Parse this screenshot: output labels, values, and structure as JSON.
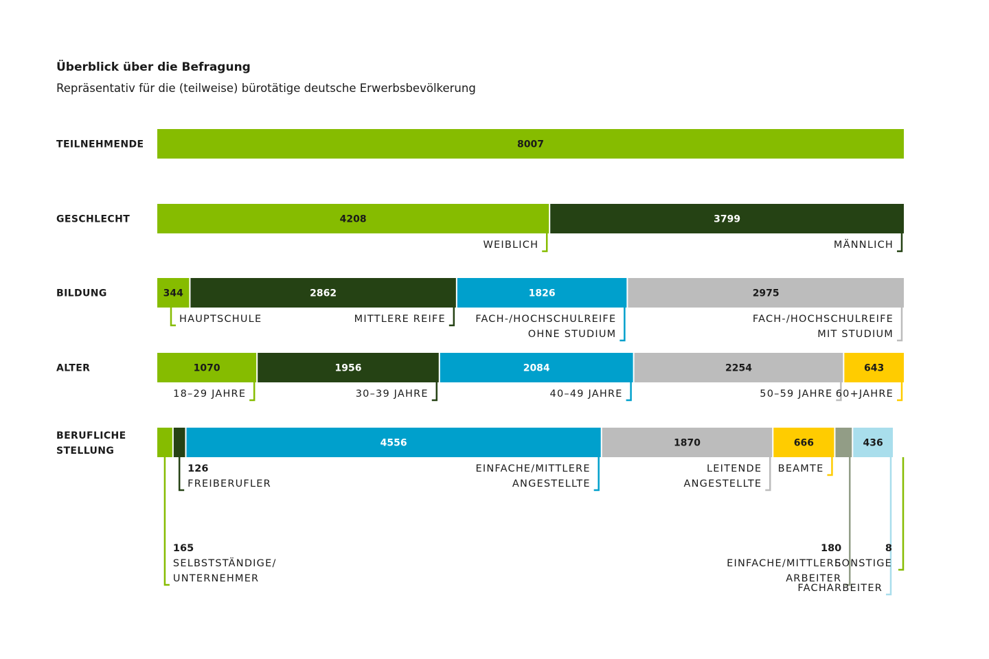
{
  "header": {
    "title": "Überblick über die Befragung",
    "subtitle": "Repräsentativ für die (teilweise) bürotätige deutsche Erwerbsbevölkerung"
  },
  "colors": {
    "light_green": "#86bc00",
    "dark_green": "#254214",
    "blue": "#00a0cc",
    "gray": "#bcbcbc",
    "yellow": "#ffcc00",
    "gray_green": "#929d86",
    "light_blue": "#a9deec"
  },
  "chart_data": {
    "type": "stacked-bar",
    "orientation": "horizontal",
    "title": "Überblick über die Befragung",
    "subtitle": "Repräsentativ für die (teilweise) bürotätige deutsche Erwerbsbevölkerung",
    "total": 8007,
    "rows": [
      {
        "label": [
          "TEILNEHMENDE"
        ],
        "segments": [
          {
            "value": 8007,
            "value_label": "8007",
            "color": "#86bc00",
            "text_color": "#1a1a1a",
            "category": []
          }
        ]
      },
      {
        "label": [
          "GESCHLECHT"
        ],
        "segments": [
          {
            "value": 4208,
            "value_label": "4208",
            "color": "#86bc00",
            "text_color": "#1a1a1a",
            "category": [
              "WEIBLICH"
            ]
          },
          {
            "value": 3799,
            "value_label": "3799",
            "color": "#254214",
            "text_color": "#ffffff",
            "category": [
              "MÄNNLICH"
            ]
          }
        ]
      },
      {
        "label": [
          "BILDUNG"
        ],
        "segments": [
          {
            "value": 344,
            "value_label": "344",
            "color": "#86bc00",
            "text_color": "#1a1a1a",
            "category": [
              "HAUPTSCHULE"
            ]
          },
          {
            "value": 2862,
            "value_label": "2862",
            "color": "#254214",
            "text_color": "#ffffff",
            "category": [
              "MITTLERE REIFE"
            ]
          },
          {
            "value": 1826,
            "value_label": "1826",
            "color": "#00a0cc",
            "text_color": "#ffffff",
            "category": [
              "FACH-/HOCHSCHULREIFE",
              "OHNE STUDIUM"
            ]
          },
          {
            "value": 2975,
            "value_label": "2975",
            "color": "#bcbcbc",
            "text_color": "#1a1a1a",
            "category": [
              "FACH-/HOCHSCHULREIFE",
              "MIT STUDIUM"
            ]
          }
        ]
      },
      {
        "label": [
          "ALTER"
        ],
        "segments": [
          {
            "value": 1070,
            "value_label": "1070",
            "color": "#86bc00",
            "text_color": "#1a1a1a",
            "category": [
              "18–29 JAHRE"
            ]
          },
          {
            "value": 1956,
            "value_label": "1956",
            "color": "#254214",
            "text_color": "#ffffff",
            "category": [
              "30–39 JAHRE"
            ]
          },
          {
            "value": 2084,
            "value_label": "2084",
            "color": "#00a0cc",
            "text_color": "#ffffff",
            "category": [
              "40–49 JAHRE"
            ]
          },
          {
            "value": 2254,
            "value_label": "2254",
            "color": "#bcbcbc",
            "text_color": "#1a1a1a",
            "category": [
              "50–59 JAHRE"
            ]
          },
          {
            "value": 643,
            "value_label": "643",
            "color": "#ffcc00",
            "text_color": "#1a1a1a",
            "category": [
              "60+JAHRE"
            ]
          }
        ]
      },
      {
        "label": [
          "BERUFLICHE",
          "STELLUNG"
        ],
        "segments": [
          {
            "value": 165,
            "value_label": "165",
            "color": "#86bc00",
            "text_color": "#1a1a1a",
            "category": [
              "SELBSTSTÄNDIGE/",
              "UNTERNEHMER"
            ]
          },
          {
            "value": 126,
            "value_label": "126",
            "color": "#254214",
            "text_color": "#ffffff",
            "category": [
              "FREIBERUFLER"
            ]
          },
          {
            "value": 4556,
            "value_label": "4556",
            "color": "#00a0cc",
            "text_color": "#ffffff",
            "category": [
              "EINFACHE/MITTLERE",
              "ANGESTELLTE"
            ]
          },
          {
            "value": 1870,
            "value_label": "1870",
            "color": "#bcbcbc",
            "text_color": "#1a1a1a",
            "category": [
              "LEITENDE",
              "ANGESTELLTE"
            ]
          },
          {
            "value": 666,
            "value_label": "666",
            "color": "#ffcc00",
            "text_color": "#1a1a1a",
            "category": [
              "BEAMTE"
            ]
          },
          {
            "value": 180,
            "value_label": "180",
            "color": "#929d86",
            "text_color": "#1a1a1a",
            "category": [
              "EINFACHE/MITTLERE",
              "ARBEITER"
            ]
          },
          {
            "value": 436,
            "value_label": "436",
            "color": "#a9deec",
            "text_color": "#1a1a1a",
            "category": [
              "FACHARBEITER"
            ]
          },
          {
            "value": 8,
            "value_label": "8",
            "color": "#86bc00",
            "text_color": "#1a1a1a",
            "category": [
              "SONSTIGE"
            ]
          }
        ]
      }
    ]
  }
}
